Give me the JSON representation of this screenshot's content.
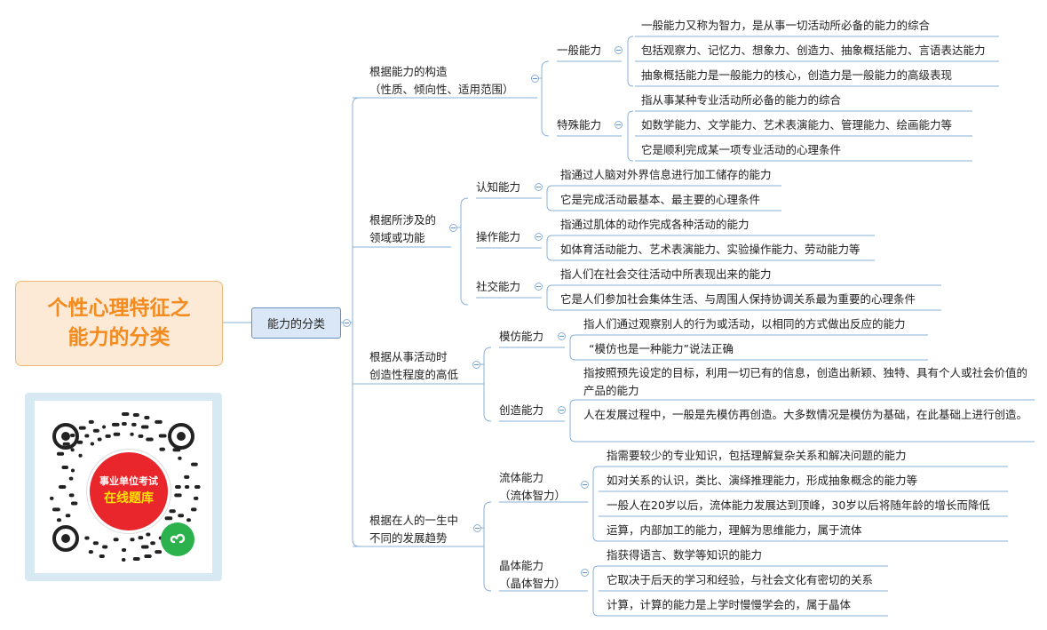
{
  "root": {
    "line1": "个性心理特征之",
    "line2": "能力的分类"
  },
  "main": "能力的分类",
  "branches": [
    {
      "label": [
        "根据能力的构造",
        "（性质、倾向性、适用范围）"
      ],
      "subs": [
        {
          "label": [
            "一般能力"
          ],
          "leaves": [
            "一般能力又称为智力，是从事一切活动所必备的能力的综合",
            "包括观察力、记忆力、想象力、创造力、抽象概括能力、言语表达能力",
            "抽象概括能力是一般能力的核心，创造力是一般能力的高级表现"
          ]
        },
        {
          "label": [
            "特殊能力"
          ],
          "leaves": [
            "指从事某种专业活动所必备的能力的综合",
            "如数学能力、文学能力、艺术表演能力、管理能力、绘画能力等",
            "它是顺利完成某一项专业活动的心理条件"
          ]
        }
      ]
    },
    {
      "label": [
        "根据所涉及的",
        "领域或功能"
      ],
      "subs": [
        {
          "label": [
            "认知能力"
          ],
          "leaves": [
            "指通过人脑对外界信息进行加工储存的能力",
            "它是完成活动最基本、最主要的心理条件"
          ]
        },
        {
          "label": [
            "操作能力"
          ],
          "leaves": [
            "指通过肌体的动作完成各种活动的能力",
            "如体育活动能力、艺术表演能力、实验操作能力、劳动能力等"
          ]
        },
        {
          "label": [
            "社交能力"
          ],
          "leaves": [
            "指人们在社会交往活动中所表现出来的能力",
            "它是人们参加社会集体生活、与周围人保持协调关系最为重要的心理条件"
          ]
        }
      ]
    },
    {
      "label": [
        "根据从事活动时",
        "创造性程度的高低"
      ],
      "subs": [
        {
          "label": [
            "模仿能力"
          ],
          "leaves": [
            "指人们通过观察别人的行为或活动，以相同的方式做出反应的能力",
            "“模仿也是一种能力”说法正确"
          ]
        },
        {
          "label": [
            "创造能力"
          ],
          "leaves": [
            "指按照预先设定的目标，利用一切已有的信息，创造出新颖、独特、具有个人或社会价值的产品的能力",
            "人在发展过程中，一般是先模仿再创造。大多数情况是模仿为基础，在此基础上进行创造。"
          ]
        }
      ]
    },
    {
      "label": [
        "根据在人的一生中",
        "不同的发展趋势"
      ],
      "subs": [
        {
          "label": [
            "流体能力",
            "（流体智力）"
          ],
          "leaves": [
            "指需要较少的专业知识，包括理解复杂关系和解决问题的能力",
            "如对关系的认识，类比、演绎推理能力，形成抽象概念的能力等",
            "一般人在20岁以后，流体能力发展达到顶峰，30岁以后将随年龄的增长而降低",
            "运算，内部加工的能力，理解为思维能力，属于流体"
          ]
        },
        {
          "label": [
            "晶体能力",
            "（晶体智力）"
          ],
          "leaves": [
            "指获得语言、数学等知识的能力",
            "它取决于后天的学习和经验，与社会文化有密切的关系",
            "计算，计算的能力是上学时慢慢学会的，属于晶体"
          ]
        }
      ]
    }
  ],
  "qr": {
    "badge_line1": "事业单位考试",
    "badge_line2": "在线题库"
  },
  "colors": {
    "line": "#8ab0d8",
    "accent": "#f48b1f",
    "root_bg": "#fce9d6",
    "main_bg": "#d9e7f6",
    "badge": "#e8262b"
  }
}
